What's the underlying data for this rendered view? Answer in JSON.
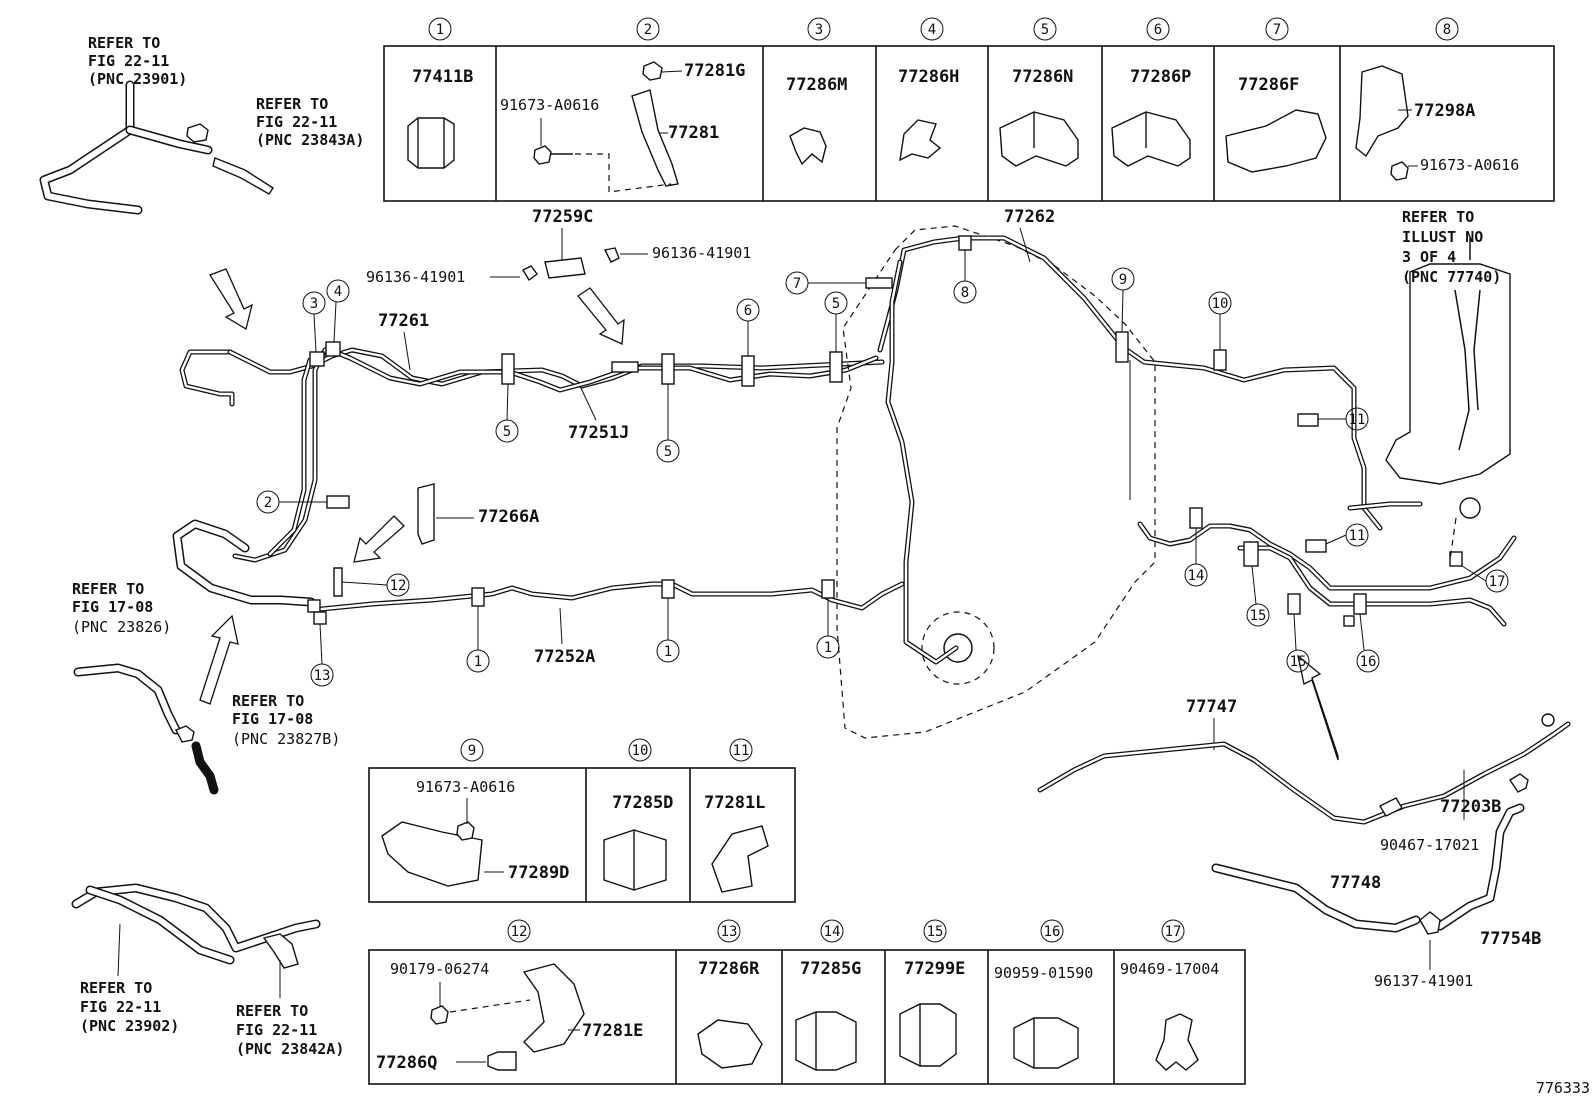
{
  "diagram_code": "776333",
  "top_table": [
    {
      "num": "1",
      "parts": [
        "77411B"
      ]
    },
    {
      "num": "2",
      "parts": [
        "77281G",
        "91673-A0616",
        "77281"
      ]
    },
    {
      "num": "3",
      "parts": [
        "77286M"
      ]
    },
    {
      "num": "4",
      "parts": [
        "77286H"
      ]
    },
    {
      "num": "5",
      "parts": [
        "77286N"
      ]
    },
    {
      "num": "6",
      "parts": [
        "77286P"
      ]
    },
    {
      "num": "7",
      "parts": [
        "77286F"
      ]
    },
    {
      "num": "8",
      "parts": [
        "77298A",
        "91673-A0616"
      ]
    }
  ],
  "mid_table": [
    {
      "num": "9",
      "parts": [
        "91673-A0616",
        "77289D"
      ]
    },
    {
      "num": "10",
      "parts": [
        "77285D"
      ]
    },
    {
      "num": "11",
      "parts": [
        "77281L"
      ]
    }
  ],
  "bottom_table": [
    {
      "num": "12",
      "parts": [
        "90179-06274",
        "77281E",
        "77286Q"
      ]
    },
    {
      "num": "13",
      "parts": [
        "77286R"
      ]
    },
    {
      "num": "14",
      "parts": [
        "77285G"
      ]
    },
    {
      "num": "15",
      "parts": [
        "77299E"
      ]
    },
    {
      "num": "16",
      "parts": [
        "90959-01590"
      ]
    },
    {
      "num": "17",
      "parts": [
        "90469-17004"
      ]
    }
  ],
  "refer_notes": [
    {
      "lines": [
        "REFER TO",
        "FIG 22-11",
        "(PNC 23901)"
      ]
    },
    {
      "lines": [
        "REFER TO",
        "FIG 22-11",
        "(PNC 23843A)"
      ]
    },
    {
      "lines": [
        "REFER TO",
        "FIG 17-08",
        "(PNC 23826)"
      ]
    },
    {
      "lines": [
        "REFER TO",
        "FIG 17-08",
        "(PNC 23827B)"
      ]
    },
    {
      "lines": [
        "REFER TO",
        "FIG 22-11",
        "(PNC 23902)"
      ]
    },
    {
      "lines": [
        "REFER TO",
        "FIG 22-11",
        "(PNC 23842A)"
      ]
    },
    {
      "lines": [
        "REFER TO",
        "ILLUST NO",
        "3 OF 4",
        "(PNC 77740)"
      ]
    }
  ],
  "main_labels": [
    "77259C",
    "96136-41901",
    "96136-41901",
    "77261",
    "77251J",
    "77262",
    "77266A",
    "77252A",
    "77747",
    "77203B",
    "90467-17021",
    "77748",
    "77754B",
    "96137-41901"
  ],
  "callouts": [
    "3",
    "4",
    "5",
    "5",
    "6",
    "7",
    "5",
    "8",
    "9",
    "10",
    "11",
    "11",
    "2",
    "12",
    "13",
    "1",
    "1",
    "1",
    "14",
    "15",
    "15",
    "16",
    "17"
  ]
}
